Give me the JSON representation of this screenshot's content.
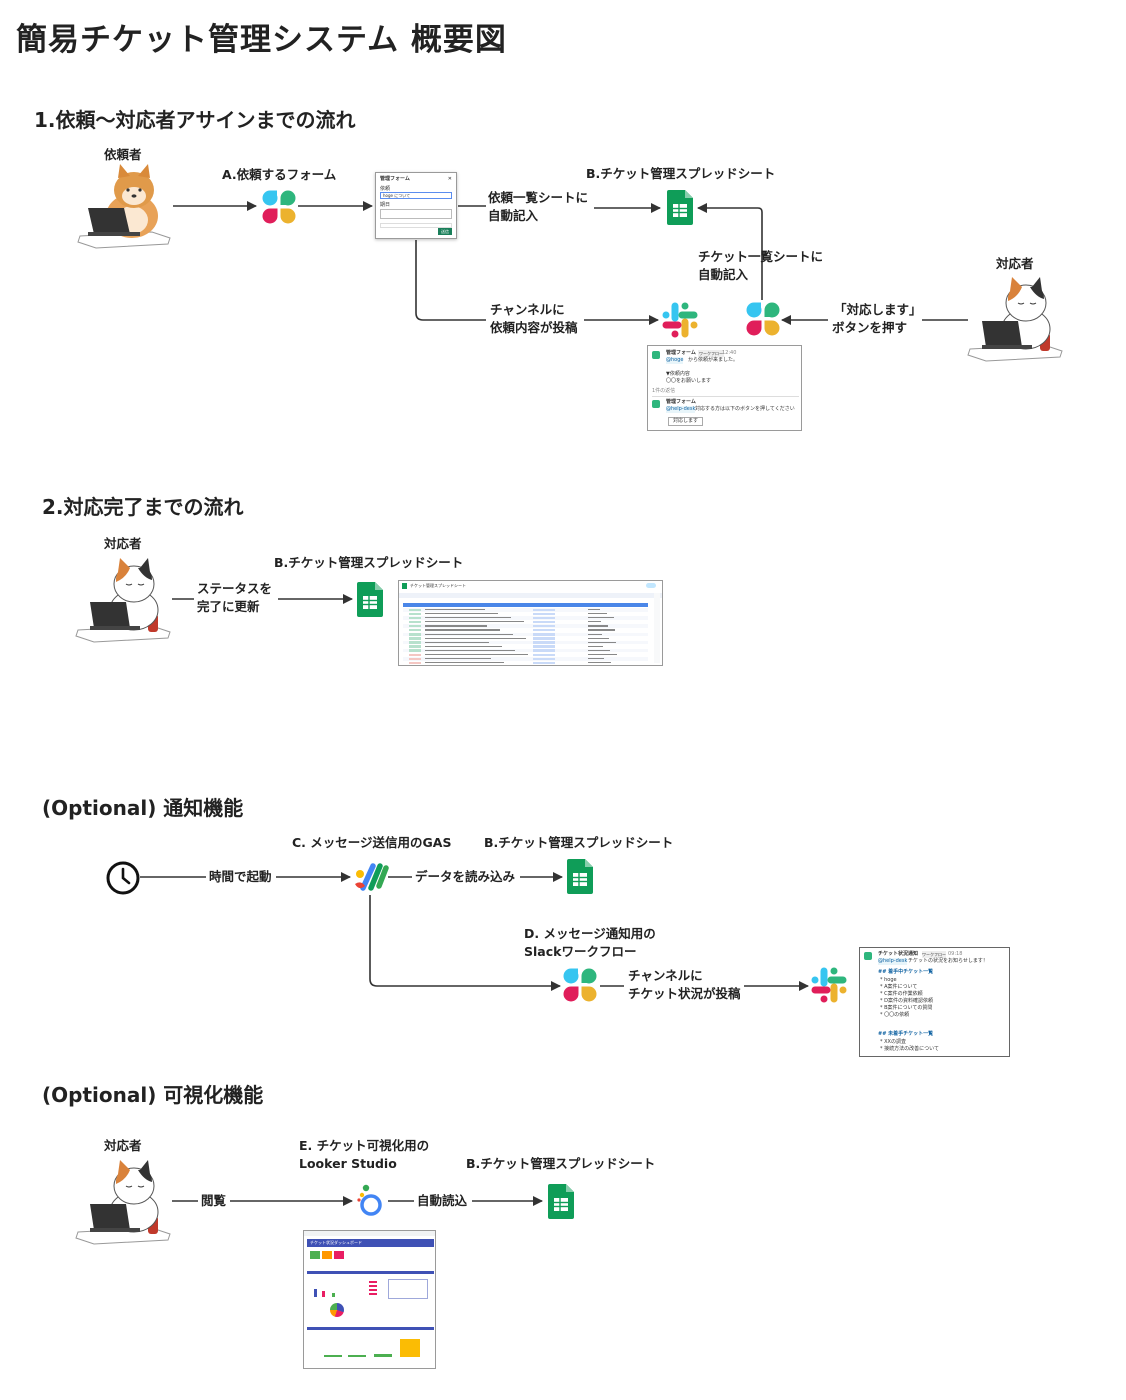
{
  "title": "簡易チケット管理システム 概要図",
  "colors": {
    "arrow": "#333333",
    "sheets_green": "#0f9d58",
    "slack_blue": "#36c5f0",
    "slack_green": "#2eb67d",
    "slack_red": "#e01e5a",
    "slack_yellow": "#ecb22e",
    "shiba": "#e09a4a",
    "calico_orange": "#d9823b"
  },
  "section1": {
    "heading": "1.依頼～対応者アサインまでの流れ",
    "requester_label": "依頼者",
    "form_label": "A.依頼するフォーム",
    "sheet_label": "B.チケット管理スプレッドシート",
    "arrow_to_sheet_line1": "依頼一覧シートに",
    "arrow_to_sheet_line2": "自動記入",
    "ticket_sheet_line1": "チケット一覧シートに",
    "ticket_sheet_line2": "自動記入",
    "responder_label": "対応者",
    "channel_post_line1": "チャンネルに",
    "channel_post_line2": "依頼内容が投稿",
    "button_press_line1": "「対応します」",
    "button_press_line2": "ボタンを押す",
    "form_thumb": {
      "title": "管理フォーム",
      "field1": "依頼",
      "value1": "hoge について",
      "field2": "期日",
      "submit": "送信"
    },
    "slack_thumb": {
      "bot_name": "管理フォーム",
      "badge": "ワークフロー",
      "time": "12:40",
      "msg1": "から依頼が来ました。",
      "mention1": "@hoge",
      "msg2": "▼依頼内容",
      "msg3": "〇〇をお願いします",
      "reply": "1件の返信",
      "msg4": "対応する方は以下のボタンを押してください",
      "mention2": "@help-desk",
      "button": "対応します"
    }
  },
  "section2": {
    "heading": "2.対応完了までの流れ",
    "responder_label": "対応者",
    "sheet_label": "B.チケット管理スプレッドシート",
    "status_line1": "ステータスを",
    "status_line2": "完了に更新",
    "sheet_thumb_title": "チケット管理スプレッドシート"
  },
  "section3": {
    "heading": "(Optional) 通知機能",
    "gas_label": "C. メッセージ送信用のGAS",
    "sheet_label": "B.チケット管理スプレッドシート",
    "timer_text": "時間で起動",
    "read_text": "データを読み込み",
    "workflow_line1": "D. メッセージ通知用の",
    "workflow_line2": "Slackワークフロー",
    "post_line1": "チャンネルに",
    "post_line2": "チケット状況が投稿",
    "notify_thumb": {
      "bot_name": "チケット状況通知",
      "badge": "ワークフロー",
      "time": "09:18",
      "mention": "@help-desk",
      "intro": "チケットの状況をお知らせします！",
      "section_a": "## 着手中チケット一覧",
      "items_a": [
        "* hoge",
        "* A案件について",
        "* C案件の作業依頼",
        "* D案件の資料確認依頼",
        "* B案件についての質問",
        "* 〇〇の依頼"
      ],
      "section_b": "## 未着手チケット一覧",
      "items_b": [
        "* XXの調査",
        "* 接続方法の改善について"
      ]
    }
  },
  "section4": {
    "heading": "(Optional) 可視化機能",
    "responder_label": "対応者",
    "looker_line1": "E. チケット可視化用の",
    "looker_line2": "Looker Studio",
    "sheet_label": "B.チケット管理スプレッドシート",
    "view_text": "閲覧",
    "auto_read_text": "自動読込",
    "looker_thumb_title": "チケット状況ダッシュボード"
  }
}
